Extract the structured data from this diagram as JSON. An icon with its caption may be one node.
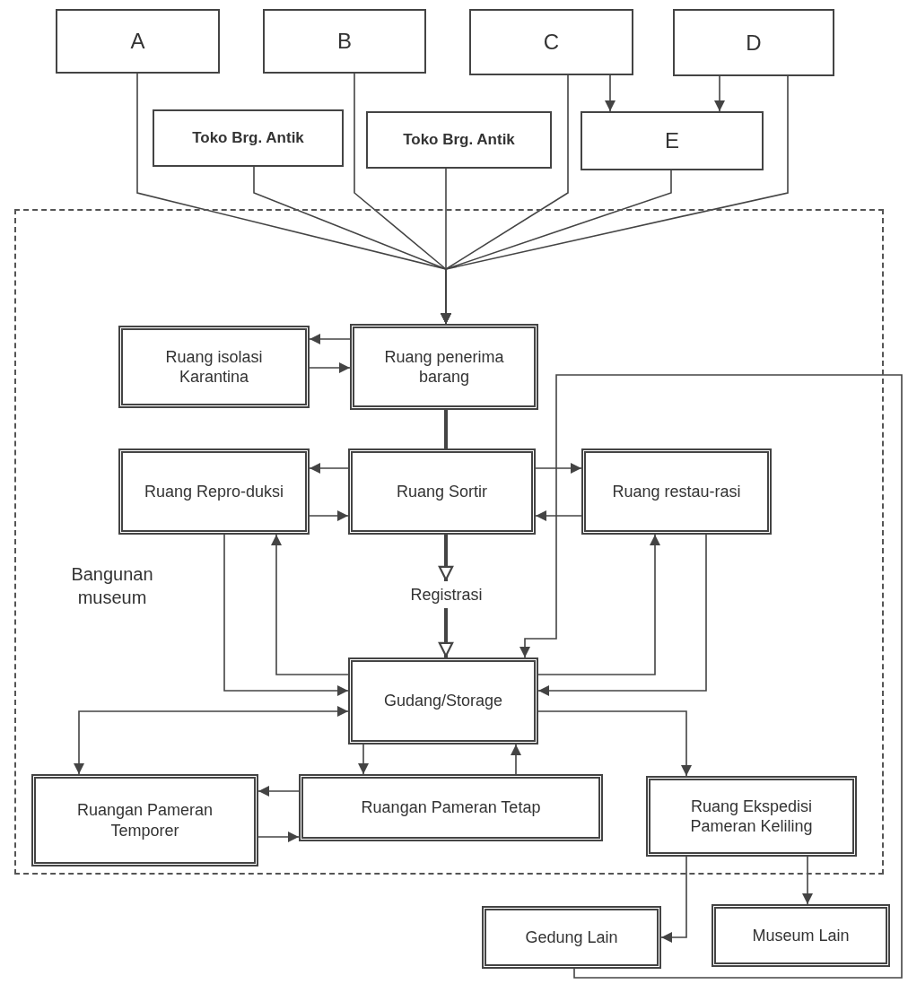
{
  "diagram": {
    "nodes": [
      {
        "text": [
          "Bangunan museum"
        ]
      },
      {
        "text": [
          "A"
        ]
      },
      {
        "text": [
          "B"
        ]
      },
      {
        "text": [
          "C"
        ]
      },
      {
        "text": [
          "D"
        ]
      },
      {
        "text": [
          "Toko Brg. Antik"
        ]
      },
      {
        "text": [
          "Toko Brg. Antik"
        ]
      },
      {
        "text": [
          "E"
        ]
      },
      {
        "text": [
          "Ruang isolasi Karantina"
        ],
        "in": 0
      },
      {
        "text": [
          "Ruang penerima barang"
        ],
        "in": 0
      },
      {
        "text": [
          "Ruang Repro-duksi"
        ],
        "in": 0
      },
      {
        "text": [
          "Ruang Sortir"
        ],
        "in": 0
      },
      {
        "text": [
          "Ruang restau-rasi"
        ],
        "in": 0
      },
      {
        "text": [
          "Registrasi"
        ],
        "in": 0
      },
      {
        "text": [
          "Gudang/Storage"
        ],
        "in": 0
      },
      {
        "text": [
          "Ruangan Pameran Temporer"
        ],
        "in": 0
      },
      {
        "text": [
          "Ruangan Pameran Tetap"
        ],
        "in": 0
      },
      {
        "text": [
          "Ruang Ekspedisi Pameran Keliling"
        ],
        "in": 0
      },
      {
        "text": [
          "Gedung Lain"
        ]
      },
      {
        "text": [
          "Museum Lain"
        ]
      }
    ],
    "edges": [
      {
        "from": 1,
        "to": 9,
        "arrow": "to"
      },
      {
        "from": 5,
        "to": 9,
        "arrow": "to"
      },
      {
        "from": 2,
        "to": 9,
        "arrow": "to"
      },
      {
        "from": 6,
        "to": 9,
        "arrow": "to"
      },
      {
        "from": 3,
        "to": 9,
        "arrow": "to"
      },
      {
        "from": 7,
        "to": 9,
        "arrow": "to"
      },
      {
        "from": 4,
        "to": 9,
        "arrow": "to"
      },
      {
        "from": 3,
        "to": 7,
        "arrow": "to"
      },
      {
        "from": 4,
        "to": 7,
        "arrow": "to"
      },
      {
        "from": 9,
        "to": 8,
        "arrow": "to"
      },
      {
        "from": 8,
        "to": 9,
        "arrow": "to"
      },
      {
        "from": 9,
        "to": 11,
        "arrow": "none",
        "style": "thick"
      },
      {
        "from": 11,
        "to": 13,
        "arrow": "to",
        "style": "thick"
      },
      {
        "from": 13,
        "to": 14,
        "arrow": "to",
        "style": "thick"
      },
      {
        "from": 11,
        "to": 10,
        "arrow": "to"
      },
      {
        "from": 11,
        "to": 12,
        "arrow": "to"
      },
      {
        "from": 10,
        "to": 11,
        "arrow": "to"
      },
      {
        "from": 12,
        "to": 11,
        "arrow": "to"
      },
      {
        "from": 10,
        "to": 14,
        "arrow": "to"
      },
      {
        "from": 14,
        "to": 10,
        "arrow": "to"
      },
      {
        "from": 14,
        "to": 12,
        "arrow": "to"
      },
      {
        "from": 12,
        "to": 14,
        "arrow": "to"
      },
      {
        "from": 18,
        "to": 14,
        "arrow": "to"
      },
      {
        "from": 14,
        "to": 15,
        "arrow": "both"
      },
      {
        "from": 14,
        "to": 16,
        "arrow": "to"
      },
      {
        "from": 16,
        "to": 14,
        "arrow": "to"
      },
      {
        "from": 16,
        "to": 15,
        "arrow": "to"
      },
      {
        "from": 15,
        "to": 16,
        "arrow": "to"
      },
      {
        "from": 14,
        "to": 17,
        "arrow": "to"
      },
      {
        "from": 17,
        "to": 18,
        "arrow": "to"
      },
      {
        "from": 17,
        "to": 19,
        "arrow": "to"
      }
    ]
  }
}
